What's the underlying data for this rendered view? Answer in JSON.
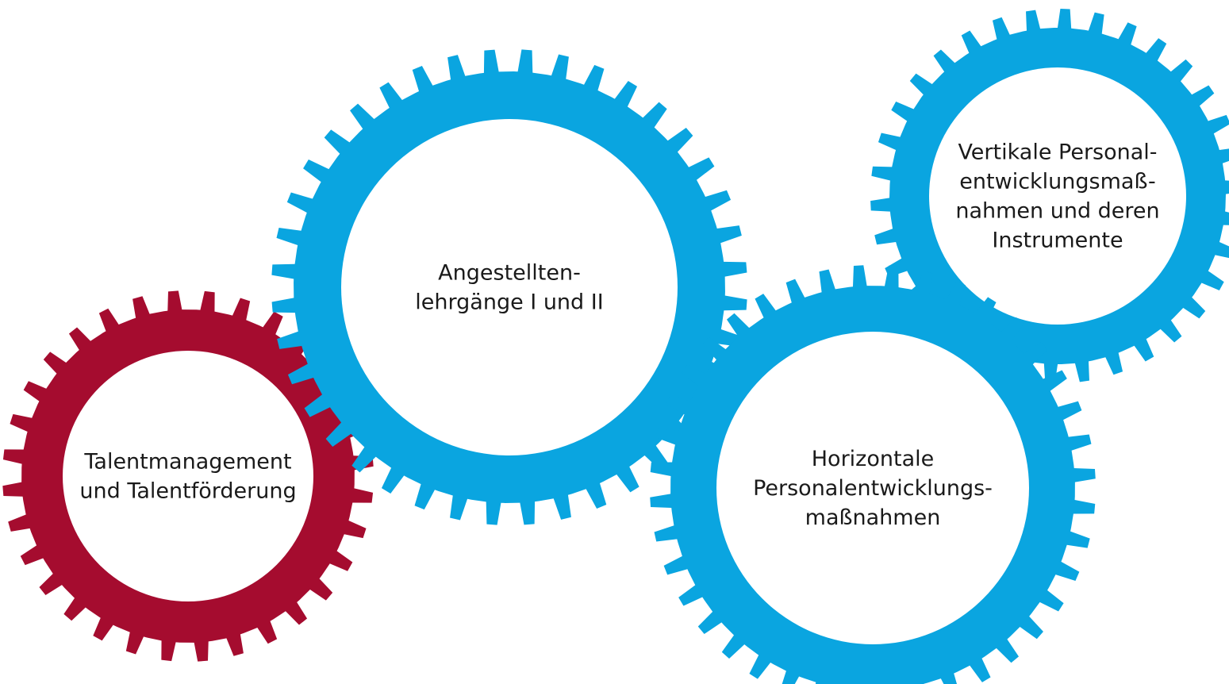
{
  "gears": [
    {
      "id": "talent",
      "lines": [
        "Talentmanagement",
        "und Talentförderung"
      ],
      "color": "#a50c2f"
    },
    {
      "id": "angestellten",
      "lines": [
        "Angestellten-",
        "lehrgänge I und II"
      ],
      "color": "#0aa5e0"
    },
    {
      "id": "vertikal",
      "lines": [
        "Vertikale Personal-",
        "entwicklungsmaß-",
        "nahmen und deren",
        "Instrumente"
      ],
      "color": "#0aa5e0"
    },
    {
      "id": "horizontal",
      "lines": [
        "Horizontale",
        "Personalentwicklungs-",
        "maßnahmen"
      ],
      "color": "#0aa5e0"
    }
  ]
}
